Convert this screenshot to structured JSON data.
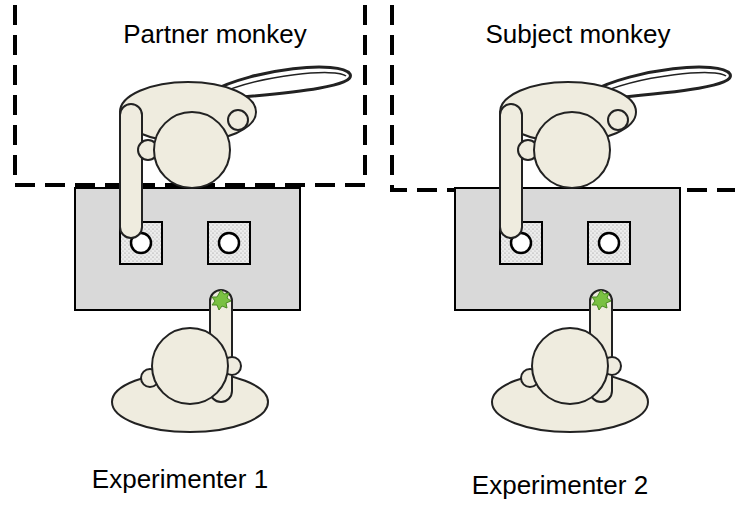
{
  "diagram": {
    "nodes": [
      {
        "text": [
          "Partner monkey"
        ]
      },
      {
        "text": [
          "Subject monkey"
        ]
      }
    ],
    "labels": [
      "Experimenter 1",
      "Experimenter 2"
    ]
  }
}
